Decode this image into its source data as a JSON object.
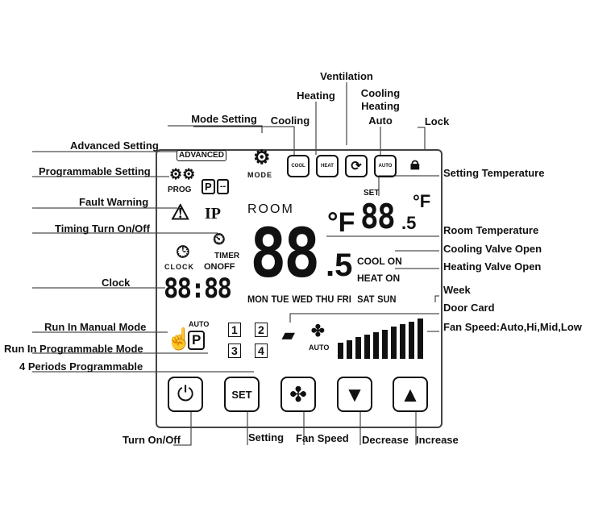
{
  "labels": {
    "ventilation": "Ventilation",
    "heating": "Heating",
    "cooling_heating_auto": [
      "Cooling",
      "Heating",
      "Auto"
    ],
    "mode_setting": "Mode Setting",
    "cooling": "Cooling",
    "lock": "Lock",
    "advanced_setting": "Advanced Setting",
    "programmable_setting": "Programmable Setting",
    "setting_temperature": "Setting Temperature",
    "fault_warning": "Fault Warning",
    "timing": "Timing Turn On/Off",
    "room_temperature": "Room Temperature",
    "cooling_valve": "Cooling Valve Open",
    "heating_valve": "Heating Valve Open",
    "clock": "Clock",
    "week": "Week",
    "door_card": "Door Card",
    "manual_mode": "Run In Manual Mode",
    "fan_speed_levels": "Fan Speed:Auto,Hi,Mid,Low",
    "programmable_mode": "Run In Programmable Mode",
    "four_periods": "4 Periods Programmable",
    "turn_on_off": "Turn On/Off",
    "setting": "Setting",
    "fan_speed": "Fan Speed",
    "decrease": "Decrease",
    "increase": "Increase"
  },
  "lcd": {
    "advanced": "ADVANCED",
    "mode": "MODE",
    "cool": "COOL",
    "heat": "HEAT",
    "auto": "AUTO",
    "prog": "PROG",
    "p": "P",
    "dash": "--",
    "ip": "IP",
    "room": "ROOM",
    "set": "SET",
    "room_temp": "88",
    "room_dec": ".5",
    "unit": "°F",
    "set_temp": "88",
    "set_dec": ".5",
    "timer": "TIMER",
    "onoff": "ONOFF",
    "clock": "CLOCK",
    "clock_digits": "88:88",
    "cool_on": "COOL ON",
    "heat_on": "HEAT ON",
    "days": [
      "MON",
      "TUE",
      "WED",
      "THU",
      "FRI",
      "SAT",
      "SUN"
    ],
    "periods": [
      "1",
      "2",
      "3",
      "4"
    ],
    "fan_auto": "AUTO"
  },
  "buttons": {
    "set": "SET"
  },
  "fan_bars": 10
}
